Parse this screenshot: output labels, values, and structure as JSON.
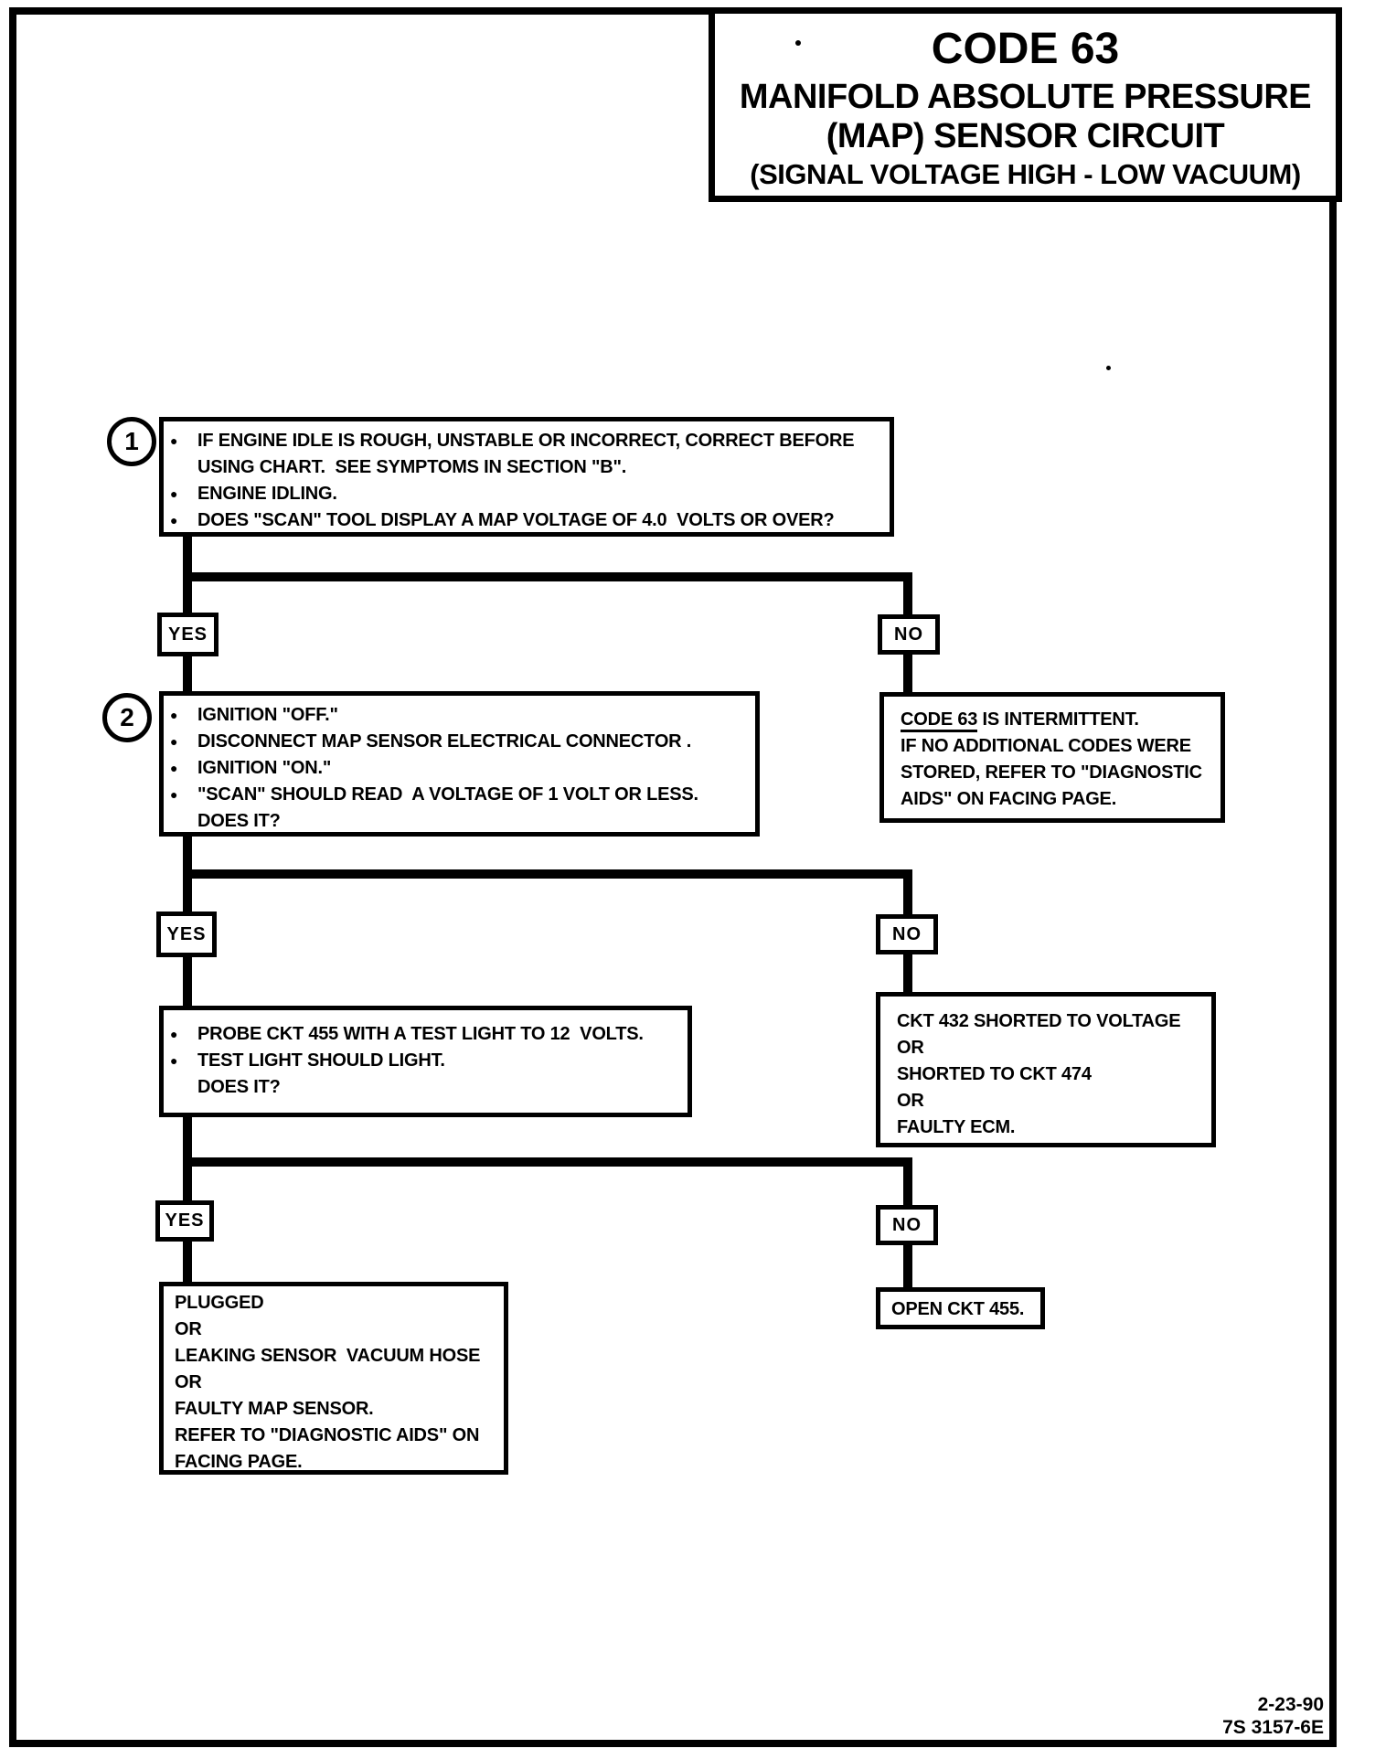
{
  "title": {
    "code": "CODE 63",
    "subtitle1": "MANIFOLD ABSOLUTE PRESSURE",
    "subtitle2": "(MAP) SENSOR CIRCUIT",
    "subtitle3": "(SIGNAL VOLTAGE HIGH - LOW VACUUM)"
  },
  "icons": {
    "bullet": "●"
  },
  "labels": {
    "yes": "YES",
    "no": "NO"
  },
  "steps": {
    "step1": {
      "number": "1",
      "lines": [
        {
          "bullet": true,
          "text": "IF ENGINE IDLE IS ROUGH, UNSTABLE OR INCORRECT, CORRECT BEFORE"
        },
        {
          "bullet": false,
          "text": "USING CHART.  SEE SYMPTOMS IN SECTION \"B\"."
        },
        {
          "bullet": true,
          "text": "ENGINE IDLING."
        },
        {
          "bullet": true,
          "text": "DOES \"SCAN\" TOOL DISPLAY A MAP VOLTAGE OF 4.0  VOLTS OR OVER?"
        }
      ]
    },
    "step2": {
      "number": "2",
      "lines": [
        {
          "bullet": true,
          "text": "IGNITION \"OFF.\""
        },
        {
          "bullet": true,
          "text": "DISCONNECT MAP SENSOR ELECTRICAL CONNECTOR ."
        },
        {
          "bullet": true,
          "text": "IGNITION \"ON.\""
        },
        {
          "bullet": true,
          "text": "\"SCAN\" SHOULD READ  A VOLTAGE OF 1 VOLT OR LESS."
        },
        {
          "bullet": false,
          "text": "DOES IT?"
        }
      ]
    },
    "step3": {
      "lines": [
        {
          "bullet": true,
          "text": "PROBE CKT 455 WITH A TEST LIGHT TO 12  VOLTS."
        },
        {
          "bullet": true,
          "text": "TEST LIGHT SHOULD LIGHT."
        },
        {
          "bullet": false,
          "text": "DOES IT?"
        }
      ]
    }
  },
  "results": {
    "intermittent": {
      "line1_underlined": "CODE 63",
      "line1_rest": " IS INTERMITTENT.",
      "lines": [
        "IF NO ADDITIONAL CODES WERE",
        "STORED, REFER TO \"DIAGNOSTIC",
        "AIDS\" ON FACING PAGE."
      ]
    },
    "ckt432": {
      "lines": [
        "CKT 432 SHORTED TO VOLTAGE",
        "OR",
        "SHORTED TO CKT 474",
        "OR",
        "FAULTY ECM."
      ]
    },
    "map_sensor": {
      "lines": [
        "PLUGGED",
        "OR",
        "LEAKING SENSOR  VACUUM HOSE",
        "OR",
        "FAULTY MAP SENSOR.",
        "REFER TO \"DIAGNOSTIC AIDS\" ON",
        "FACING PAGE."
      ]
    },
    "open_ckt": {
      "text": "OPEN CKT 455."
    }
  },
  "footer": {
    "date": "2-23-90",
    "doc_id": "7S 3157-6E"
  }
}
